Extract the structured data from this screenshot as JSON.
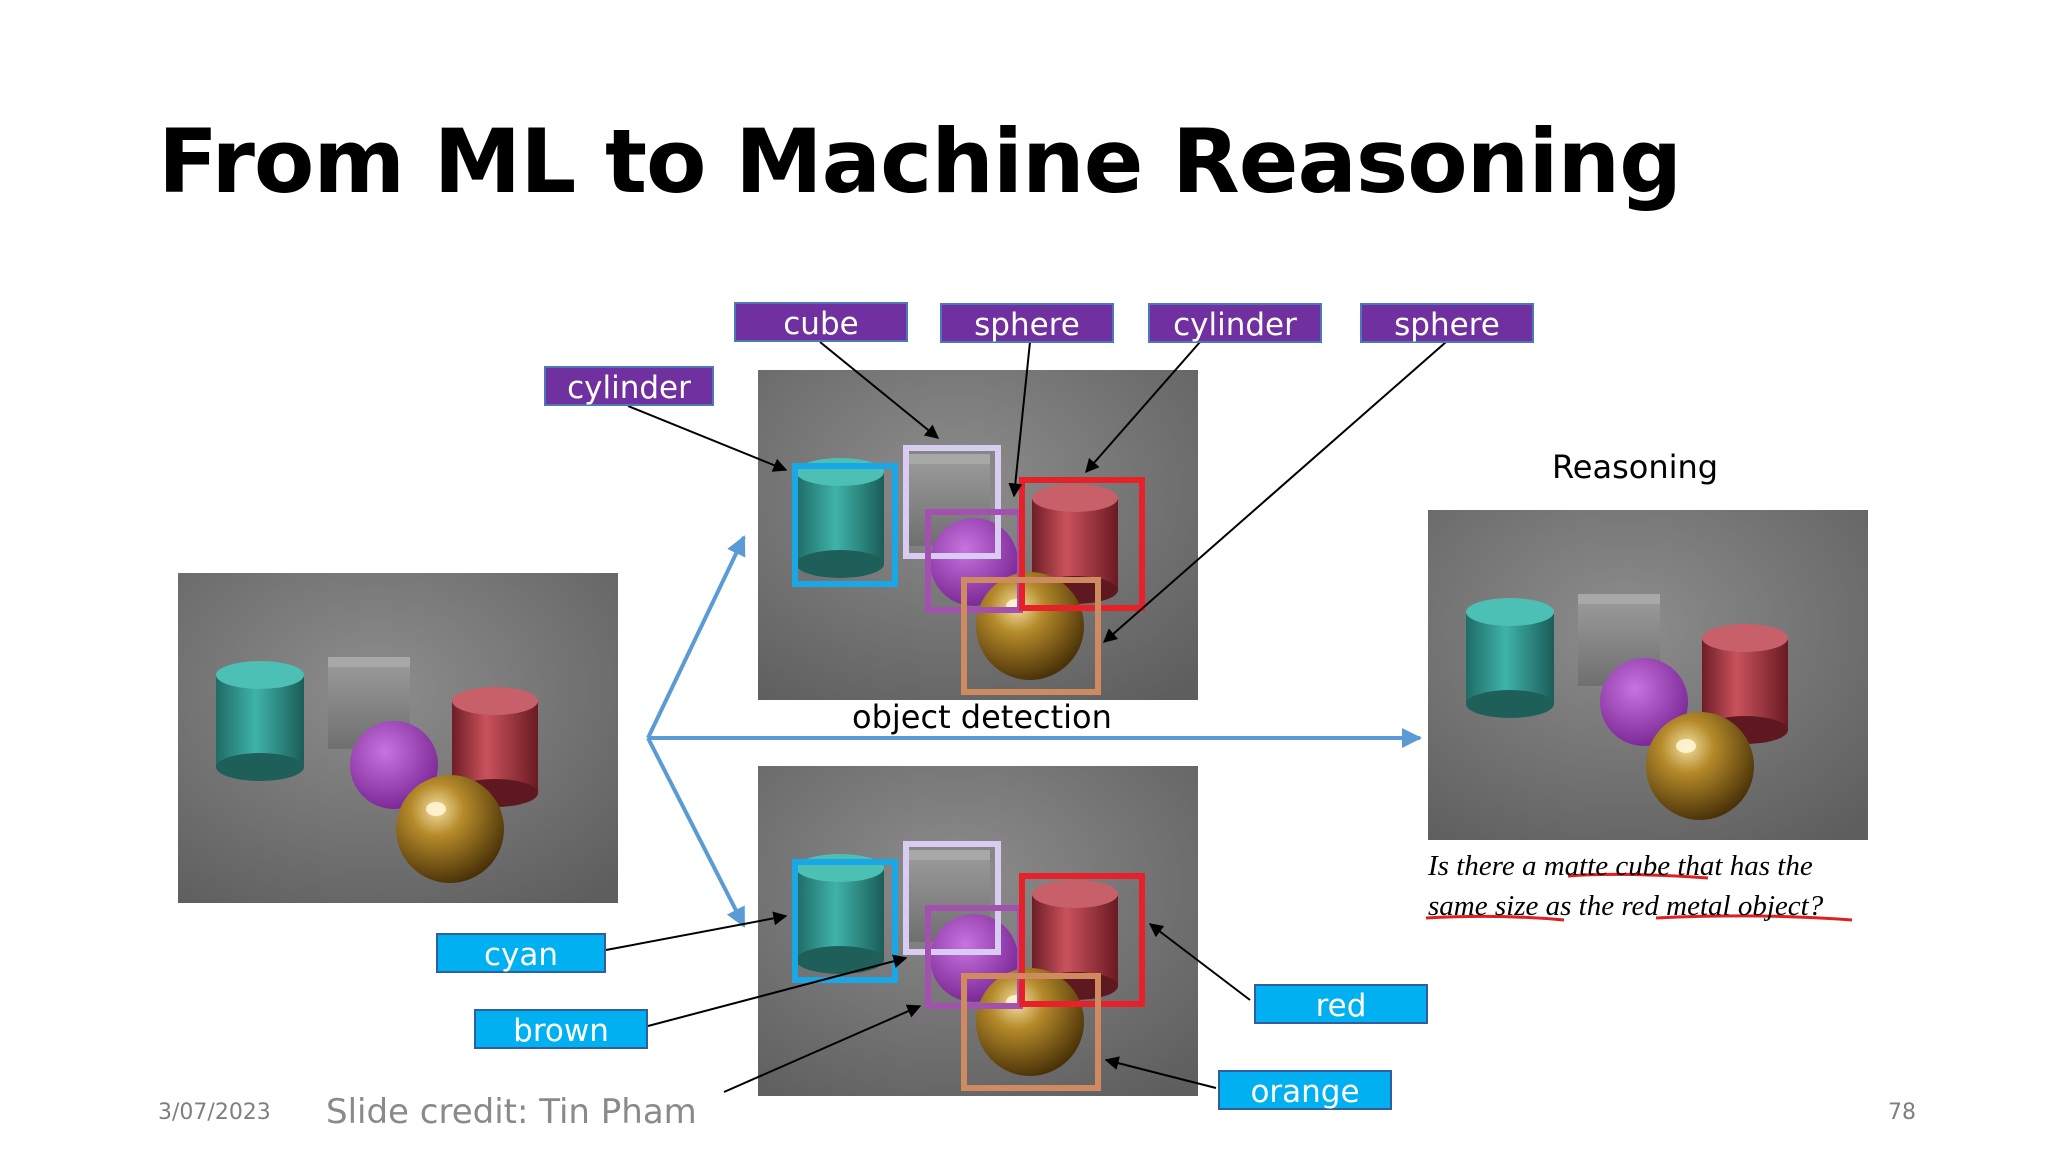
{
  "slide": {
    "title": "From ML to Machine Reasoning",
    "date": "3/07/2023",
    "credit": "Slide credit: Tin Pham",
    "page_number": "78"
  },
  "shape_labels": {
    "cylinder_left": "cylinder",
    "cube": "cube",
    "sphere_1": "sphere",
    "cylinder_right": "cylinder",
    "sphere_2": "sphere"
  },
  "color_labels": {
    "cyan": "cyan",
    "brown": "brown",
    "red": "red",
    "orange": "orange"
  },
  "captions": {
    "object_detection": "object detection",
    "reasoning": "Reasoning"
  },
  "question": {
    "line1_a": "Is there a ",
    "line1_u": "matte cube",
    "line1_b": " that has the",
    "line2_u1": "same size",
    "line2_a": " as the ",
    "line2_u2": "red metal object",
    "line2_b": "?"
  },
  "colors": {
    "shape_label_bg": "#7030a0",
    "color_label_bg": "#00b0f0",
    "arrow_blue": "#5b9bd5",
    "box_cyan": "#1aa7e6",
    "box_lavender": "#d8cdf0",
    "box_purple": "#a450b0",
    "box_red": "#e8202a",
    "box_orange": "#d08a60",
    "underline_red": "#e02020"
  }
}
